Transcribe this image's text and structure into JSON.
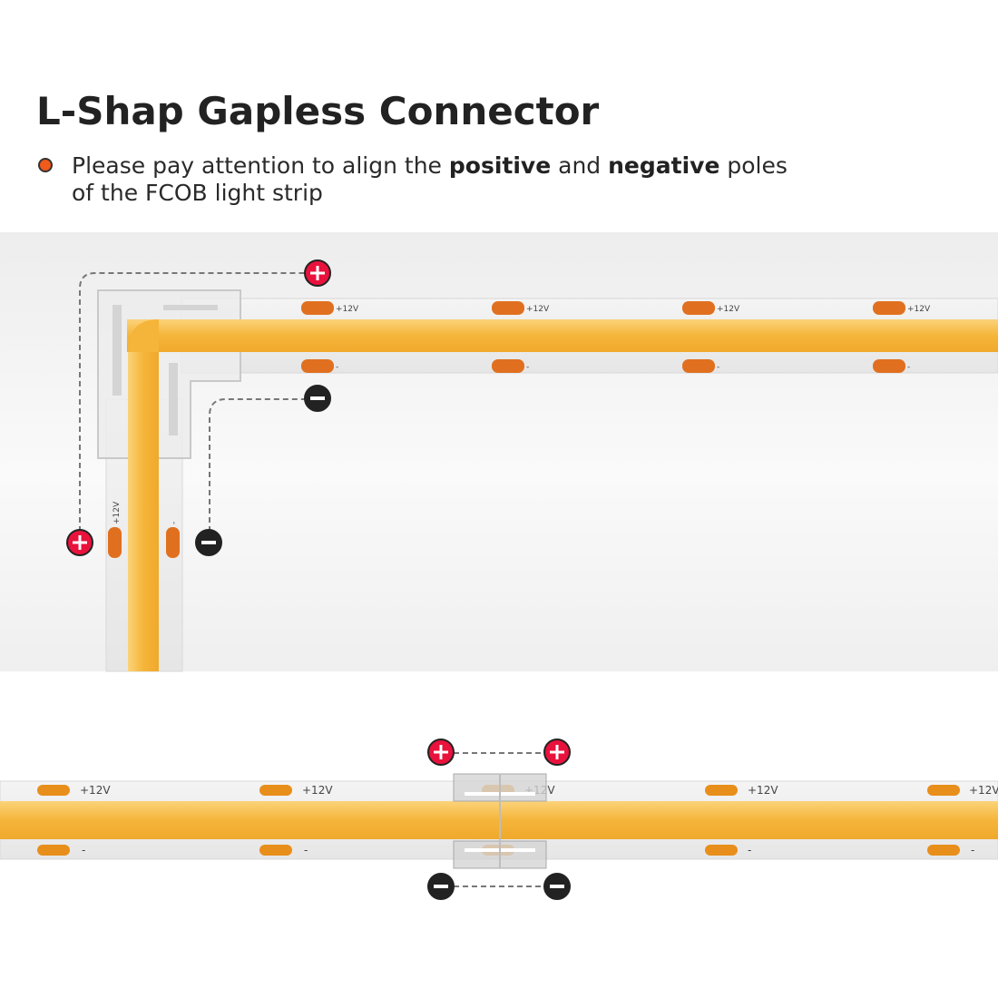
{
  "title": "L-Shap Gapless Connector",
  "note": {
    "before": "Please pay attention to align the ",
    "positive_word": "positive",
    "middle": " and ",
    "negative_word": "negative",
    "after": " poles",
    "line2": "of the FCOB light strip"
  },
  "labels": {
    "positive_voltage": "+12V",
    "negative_sign": "-"
  },
  "colors": {
    "accent": "#f05a1a",
    "positive_marker": "#e8123c",
    "negative_marker": "#222222",
    "strip_glow": "#f6b83c",
    "pad": "#e07020"
  },
  "icons": {
    "positive": "plus-circle-icon",
    "negative": "minus-circle-icon"
  }
}
